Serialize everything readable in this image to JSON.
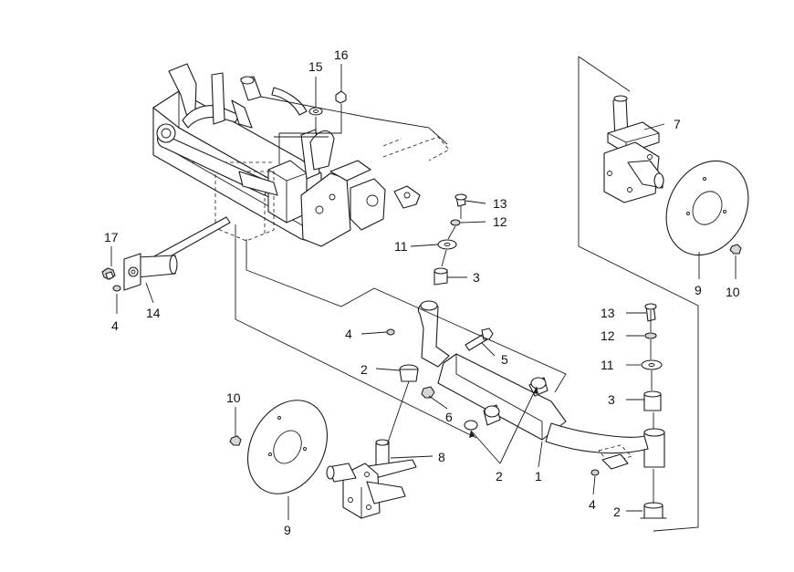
{
  "callouts": [
    {
      "id": "c15",
      "label": "15"
    },
    {
      "id": "c16",
      "label": "16"
    },
    {
      "id": "c7",
      "label": "7"
    },
    {
      "id": "c13a",
      "label": "13"
    },
    {
      "id": "c12a",
      "label": "12"
    },
    {
      "id": "c11a",
      "label": "11"
    },
    {
      "id": "c3a",
      "label": "3"
    },
    {
      "id": "c17",
      "label": "17"
    },
    {
      "id": "c4a",
      "label": "4"
    },
    {
      "id": "c14",
      "label": "14"
    },
    {
      "id": "c9a",
      "label": "9"
    },
    {
      "id": "c10a",
      "label": "10"
    },
    {
      "id": "c4b",
      "label": "4"
    },
    {
      "id": "c5",
      "label": "5"
    },
    {
      "id": "c2a",
      "label": "2"
    },
    {
      "id": "c6",
      "label": "6"
    },
    {
      "id": "c13b",
      "label": "13"
    },
    {
      "id": "c12b",
      "label": "12"
    },
    {
      "id": "c11b",
      "label": "11"
    },
    {
      "id": "c3b",
      "label": "3"
    },
    {
      "id": "c10b",
      "label": "10"
    },
    {
      "id": "c8",
      "label": "8"
    },
    {
      "id": "c2b",
      "label": "2"
    },
    {
      "id": "c1",
      "label": "1"
    },
    {
      "id": "c9b",
      "label": "9"
    },
    {
      "id": "c4c",
      "label": "4"
    },
    {
      "id": "c2c",
      "label": "2"
    }
  ]
}
